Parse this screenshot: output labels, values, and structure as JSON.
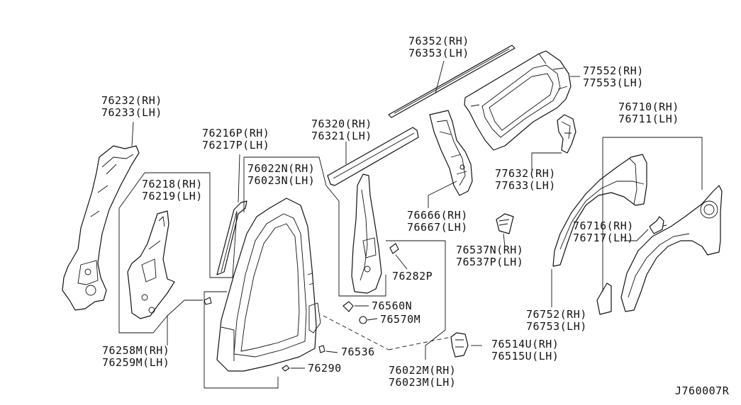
{
  "labels": {
    "l76352": "76352(RH)",
    "l76353": "76353(LH)",
    "l77552": "77552(RH)",
    "l77553": "77553(LH)",
    "l76232": "76232(RH)",
    "l76233": "76233(LH)",
    "l76710": "76710(RH)",
    "l76711": "76711(LH)",
    "l76320": "76320(RH)",
    "l76321": "76321(LH)",
    "l76216": "76216P(RH)",
    "l76217": "76217P(LH)",
    "l76022N": "76022N(RH)",
    "l76023N": "76023N(LH)",
    "l77632": "77632(RH)",
    "l77633": "77633(LH)",
    "l76218": "76218(RH)",
    "l76219": "76219(LH)",
    "l76666": "76666(RH)",
    "l76667": "76667(LH)",
    "l76716": "76716(RH)",
    "l76717": "76717(LH)",
    "l76537N": "76537N(RH)",
    "l76537P": "76537P(LH)",
    "l76282P": "76282P",
    "l76560N": "76560N",
    "l76570M": "76570M",
    "l76752": "76752(RH)",
    "l76753": "76753(LH)",
    "l76514U": "76514U(RH)",
    "l76515U": "76515U(LH)",
    "l76258M": "76258M(RH)",
    "l76259M": "76259M(LH)",
    "l76536": "76536",
    "l76022M": "76022M(RH)",
    "l76023M": "76023M(LH)",
    "l76290": "76290",
    "diagram_code": "J760007R"
  }
}
